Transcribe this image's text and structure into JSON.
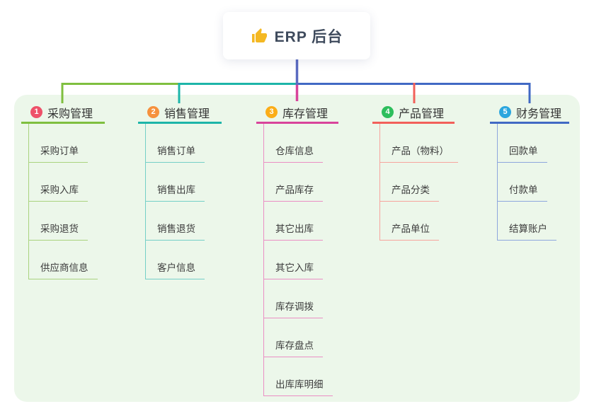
{
  "root": {
    "label": "ERP 后台",
    "icon": "thumbs-up-icon",
    "icon_color": "#f4b822"
  },
  "branches": [
    {
      "badge": "1",
      "title": "采购管理",
      "badge_color": "#ee5169",
      "line_color": "#7fbf3f",
      "child_line_color": "#a9d37e",
      "children": [
        "采购订单",
        "采购入库",
        "采购退货",
        "供应商信息"
      ]
    },
    {
      "badge": "2",
      "title": "销售管理",
      "badge_color": "#f6913d",
      "line_color": "#1db5a9",
      "child_line_color": "#74cfc7",
      "children": [
        "销售订单",
        "销售出库",
        "销售退货",
        "客户信息"
      ]
    },
    {
      "badge": "3",
      "title": "库存管理",
      "badge_color": "#fbad18",
      "line_color": "#d8449b",
      "child_line_color": "#ea8ec4",
      "children": [
        "仓库信息",
        "产品库存",
        "其它出库",
        "其它入库",
        "库存调拨",
        "库存盘点",
        "出库库明细"
      ]
    },
    {
      "badge": "4",
      "title": "产品管理",
      "badge_color": "#2dbe5c",
      "line_color": "#f2605a",
      "child_line_color": "#f7a49d",
      "children": [
        "产品（物料）",
        "产品分类",
        "产品单位"
      ]
    },
    {
      "badge": "5",
      "title": "财务管理",
      "badge_color": "#2ba6de",
      "line_color": "#4169c4",
      "child_line_color": "#8da6dd",
      "children": [
        "回款单",
        "付款单",
        "结算账户"
      ]
    }
  ],
  "connector_colors": {
    "root_stem": "#5b6bc0",
    "branch_1": "#7fbf3f",
    "branch_2": "#1db5a9",
    "branch_3": "#d8449b",
    "branch_4": "#f2605a",
    "branch_5": "#4169c4",
    "canvas_background": "#ecf7ea"
  }
}
